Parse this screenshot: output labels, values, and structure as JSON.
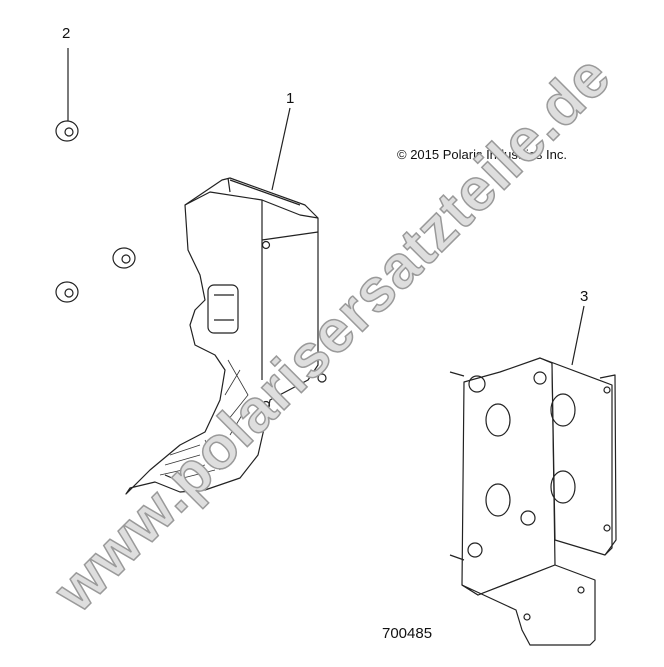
{
  "diagram": {
    "callouts": [
      {
        "number": "1",
        "part": "accelerator-pedal-assembly"
      },
      {
        "number": "2",
        "part": "flange-nut"
      },
      {
        "number": "3",
        "part": "mounting-bracket"
      }
    ],
    "copyright": "© 2015 Polaris Industries Inc.",
    "diagram_number": "700485",
    "watermark": "www.polarisersatzteile.de"
  }
}
